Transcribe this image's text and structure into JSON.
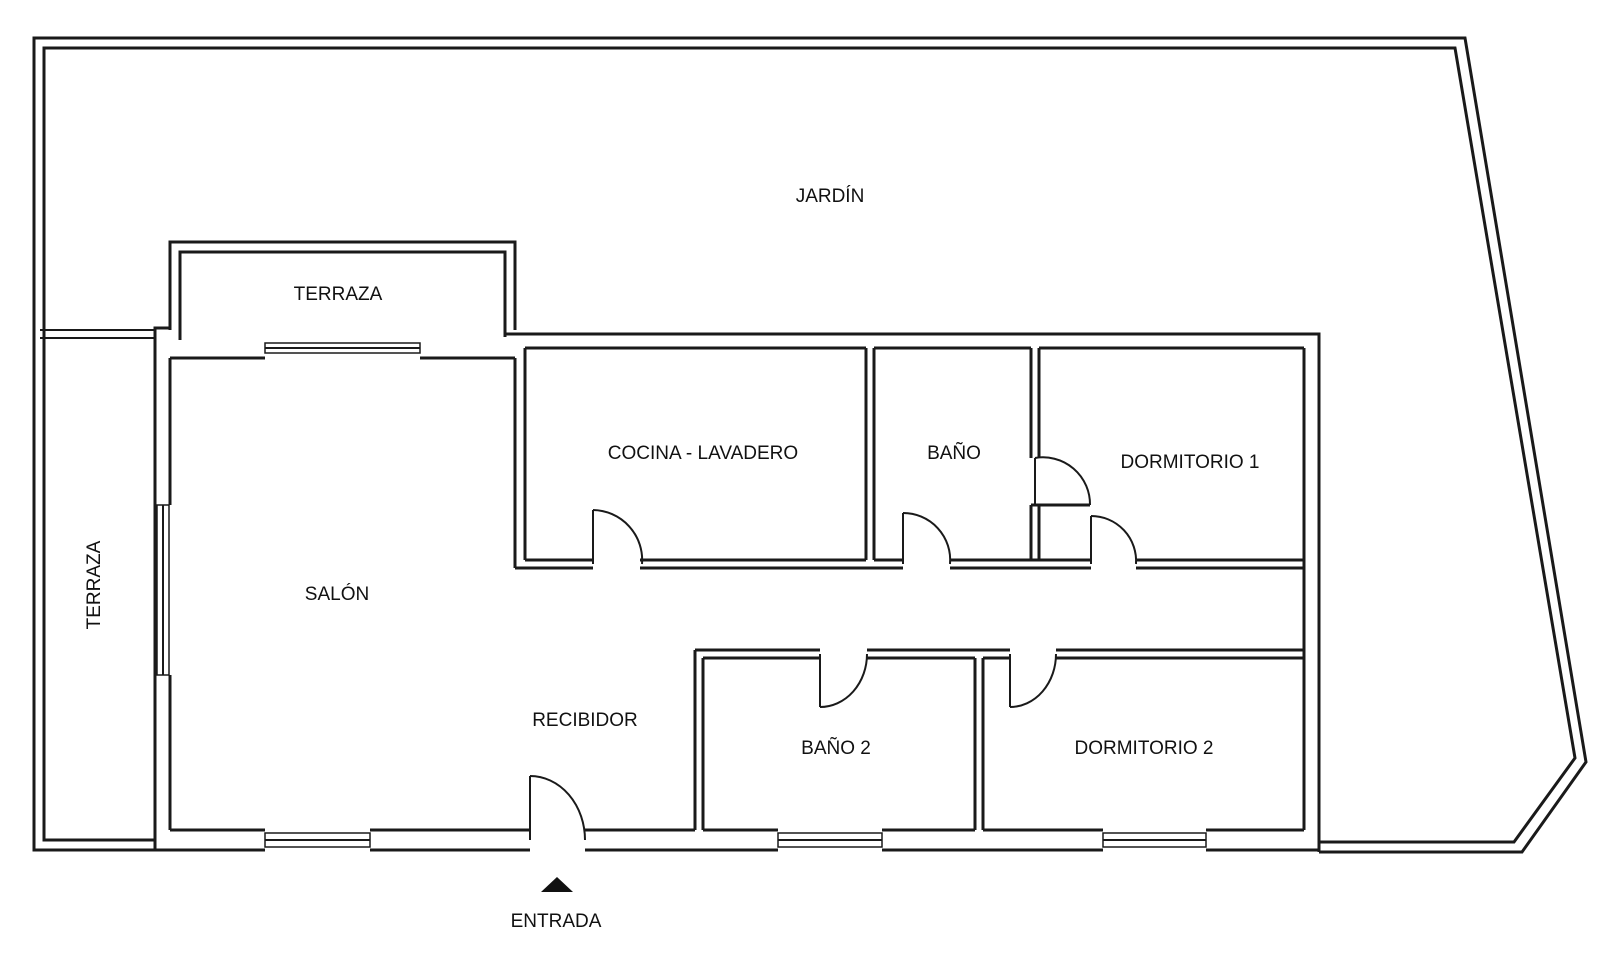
{
  "rooms": {
    "jardin": "JARDÍN",
    "terraza_top": "TERRAZA",
    "terraza_left": "TERRAZA",
    "cocina": "COCINA - LAVADERO",
    "bano": "BAÑO",
    "dormitorio_1": "DORMITORIO 1",
    "salon": "SALÓN",
    "recibidor": "RECIBIDOR",
    "bano_2": "BAÑO 2",
    "dormitorio_2": "DORMITORIO 2"
  },
  "entrance": {
    "label": "ENTRADA",
    "icon": "triangle-up-icon"
  }
}
